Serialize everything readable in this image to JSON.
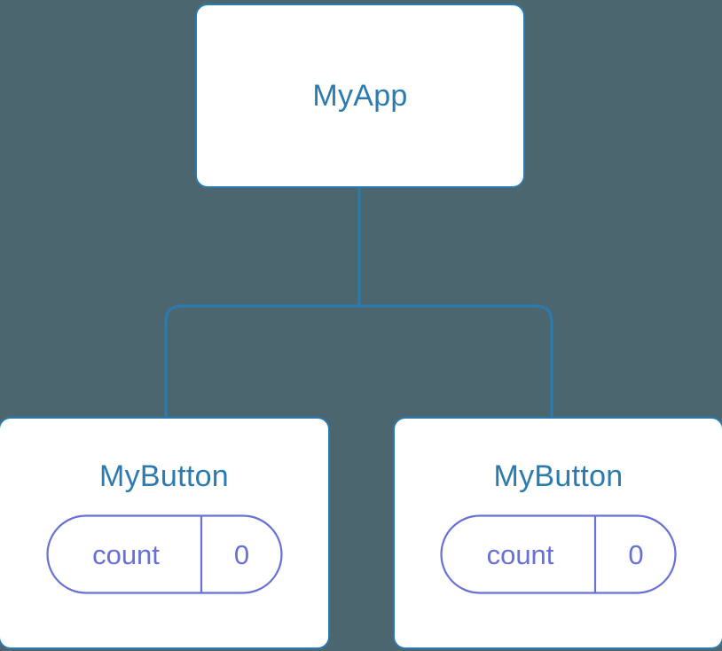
{
  "diagram": {
    "type": "component-tree",
    "background_color": "#4c6670",
    "node_border_color": "#2b7bb0",
    "node_text_color": "#2b7bb0",
    "pill_color": "#6670d8",
    "edge_color": "#2b7bb0",
    "root": {
      "title": "MyApp"
    },
    "children": [
      {
        "title": "MyButton",
        "state": {
          "key": "count",
          "value": "0"
        }
      },
      {
        "title": "MyButton",
        "state": {
          "key": "count",
          "value": "0"
        }
      }
    ]
  }
}
